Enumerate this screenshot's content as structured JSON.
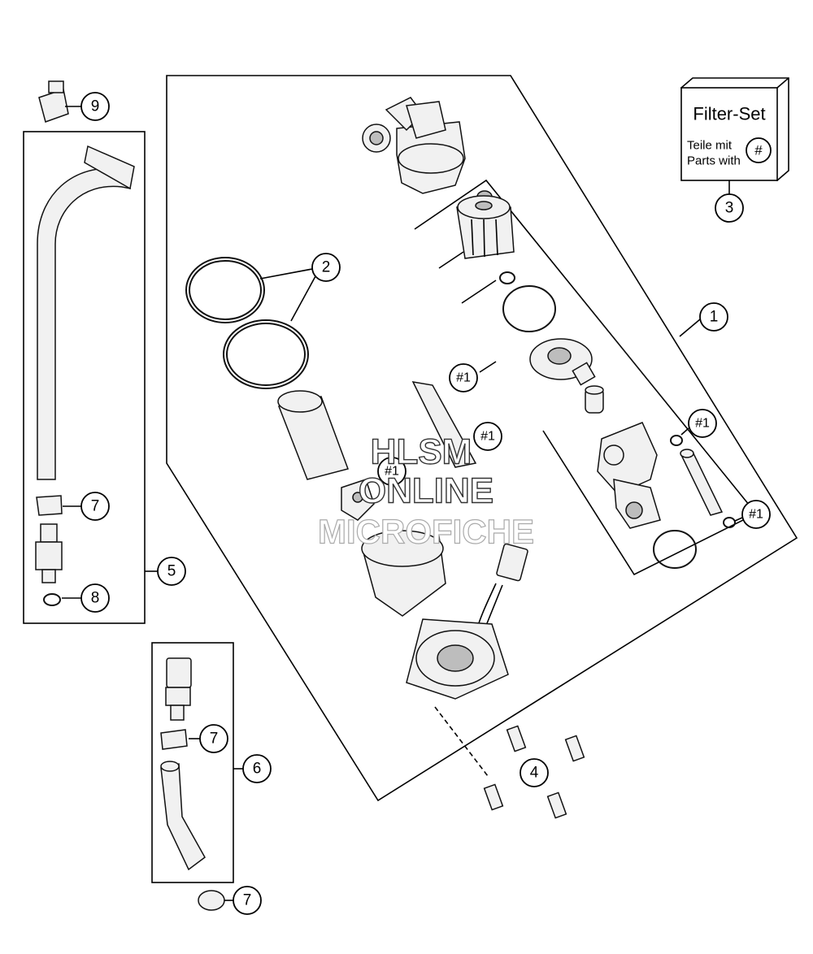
{
  "filter_set": {
    "title": "Filter-Set",
    "line1": "Teile mit",
    "line2": "Parts with",
    "symbol": "#"
  },
  "callouts": {
    "c1": "1",
    "c2": "2",
    "c3": "3",
    "c4": "4",
    "c5": "5",
    "c6": "6",
    "c7": "7",
    "c8": "8",
    "c9": "9",
    "hash1": "#1"
  },
  "watermark": {
    "line1": "HLSM",
    "line2": "ONLINE",
    "line3": "MICROFICHE"
  }
}
